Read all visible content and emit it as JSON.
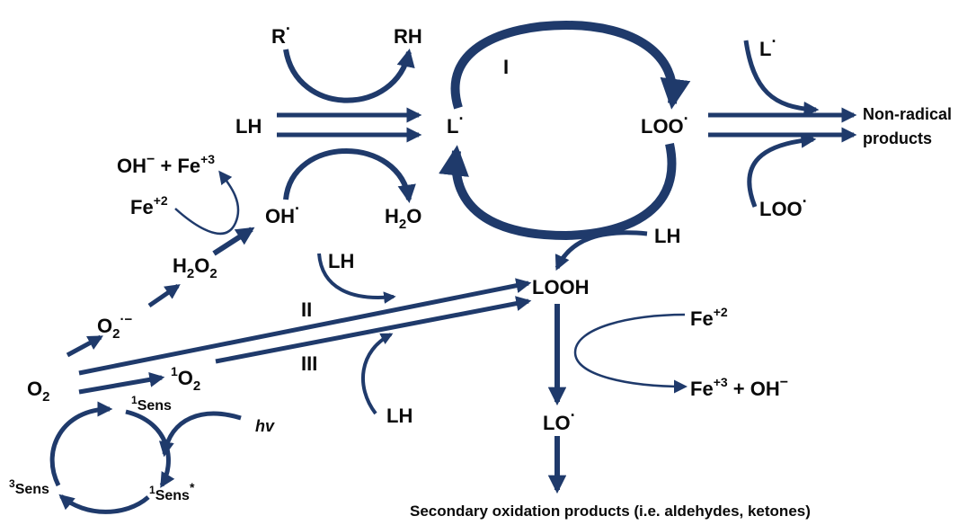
{
  "colors": {
    "arrow": "#1f3a6b",
    "text": "#0a0a0a"
  },
  "labels": {
    "r_rad": "R",
    "rh": "RH",
    "lh_top": "LH",
    "l_rad_center": "L",
    "roman_1": "I",
    "loo_rad": "LOO",
    "l_rad_right": "L",
    "nonrad_1": "Non-radical",
    "nonrad_2": "products",
    "loo_rad_right": "LOO",
    "oh_fe3_a": "OH",
    "oh_fe3_b": " + Fe",
    "fe3_sup": "+3",
    "fe2_left": "Fe",
    "fe2_sup": "+2",
    "oh_rad": "OH",
    "h2o_a": "H",
    "h2o_sub": "2",
    "h2o_b": "O",
    "lh_loop": "LH",
    "h2o2_a": "H",
    "h2o2_sub1": "2",
    "h2o2_b": "O",
    "h2o2_sub2": "2",
    "lh_mid": "LH",
    "looh": "LOOH",
    "o2_sup_a": "O",
    "o2_sup_sub": "2",
    "o2_sup_sup": "·−",
    "roman_2": "II",
    "fe2_right": "Fe",
    "fe2_right_sup": "+2",
    "singlet_o2_pre": "1",
    "singlet_o2_a": "O",
    "singlet_o2_sub": "2",
    "roman_3": "III",
    "fe3_right": "Fe",
    "fe3_right_sup": "+3",
    "fe3_right_b": " + OH",
    "o2": "O",
    "o2_sub": "2",
    "sens1_pre": "1",
    "sens1": "Sens",
    "hv": "hv",
    "lh_low": "LH",
    "lo_rad": "LO",
    "sens3_pre": "3",
    "sens3": "Sens",
    "sens1s_pre": "1",
    "sens1s": "Sens",
    "sens1s_star": "*",
    "secondary": "Secondary oxidation products (i.e. aldehydes, ketones)",
    "minus": "−",
    "dot": "·"
  }
}
